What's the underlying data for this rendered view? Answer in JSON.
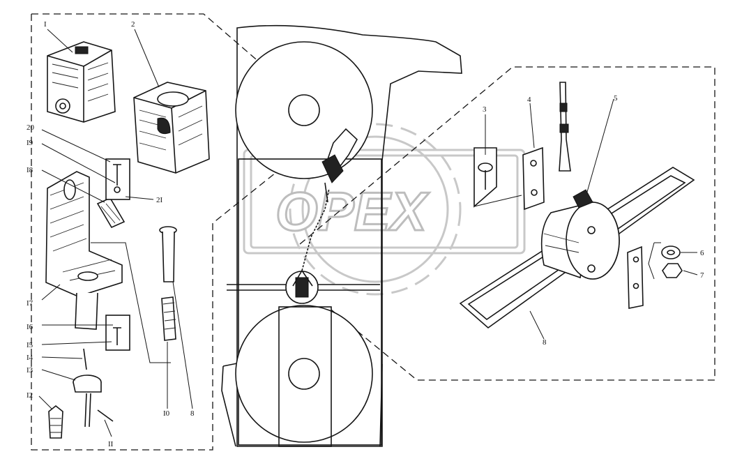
{
  "watermark": {
    "text": "OPEX"
  },
  "callouts": {
    "c1": "I",
    "c2": "2",
    "c3": "3",
    "c4": "4",
    "c5": "5",
    "c6": "6",
    "c7": "7",
    "c8a": "8",
    "c8b": "8",
    "c10": "I0",
    "c11": "II",
    "c12": "I2",
    "c13": "I3",
    "c14": "I4",
    "c15": "I5",
    "c16": "I6",
    "c17": "I7",
    "c18": "I8",
    "c19": "I9",
    "c20": "20",
    "c21": "2I"
  }
}
